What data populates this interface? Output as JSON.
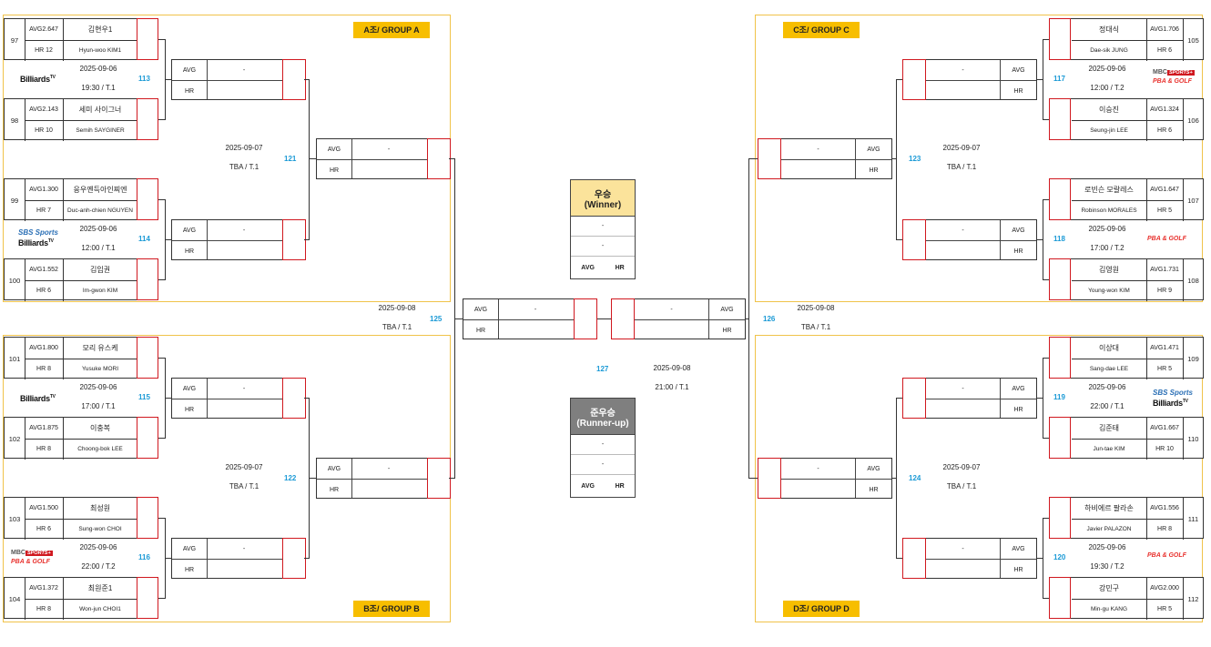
{
  "groups": {
    "a": "A조/ GROUP A",
    "b": "B조/ GROUP B",
    "c": "C조/ GROUP C",
    "d": "D조/ GROUP D"
  },
  "labels": {
    "avg": "AVG",
    "hr": "HR",
    "dash": "-"
  },
  "players": [
    {
      "seed": "97",
      "avg": "AVG2.647",
      "hr": "HR 12",
      "kname": "김현우1",
      "ename": "Hyun-woo KIM1"
    },
    {
      "seed": "98",
      "avg": "AVG2.143",
      "hr": "HR 10",
      "kname": "세미 사이그너",
      "ename": "Semih SAYGINER"
    },
    {
      "seed": "99",
      "avg": "AVG1.300",
      "hr": "HR 7",
      "kname": "응우옌득아인찌엔",
      "ename": "Duc-anh-chien NGUYEN"
    },
    {
      "seed": "100",
      "avg": "AVG1.552",
      "hr": "HR 6",
      "kname": "김임권",
      "ename": "Im-gwon KIM"
    },
    {
      "seed": "101",
      "avg": "AVG1.800",
      "hr": "HR 8",
      "kname": "모리 유스케",
      "ename": "Yusuke MORI"
    },
    {
      "seed": "102",
      "avg": "AVG1.875",
      "hr": "HR 8",
      "kname": "이충복",
      "ename": "Choong-bok LEE"
    },
    {
      "seed": "103",
      "avg": "AVG1.500",
      "hr": "HR 6",
      "kname": "최성원",
      "ename": "Sung-won CHOI"
    },
    {
      "seed": "104",
      "avg": "AVG1.372",
      "hr": "HR 8",
      "kname": "최원준1",
      "ename": "Won-jun CHOI1"
    },
    {
      "seed": "105",
      "avg": "AVG1.706",
      "hr": "HR 6",
      "kname": "정대식",
      "ename": "Dae-sik JUNG"
    },
    {
      "seed": "106",
      "avg": "AVG1.324",
      "hr": "HR 6",
      "kname": "이승진",
      "ename": "Seung-jin LEE"
    },
    {
      "seed": "107",
      "avg": "AVG1.647",
      "hr": "HR 5",
      "kname": "로빈슨 모랄레스",
      "ename": "Robinson MORALES"
    },
    {
      "seed": "108",
      "avg": "AVG1.731",
      "hr": "HR 9",
      "kname": "김영원",
      "ename": "Young-won KIM"
    },
    {
      "seed": "109",
      "avg": "AVG1.471",
      "hr": "HR 5",
      "kname": "이상대",
      "ename": "Sang-dae LEE"
    },
    {
      "seed": "110",
      "avg": "AVG1.667",
      "hr": "HR 10",
      "kname": "김준태",
      "ename": "Jun-tae KIM"
    },
    {
      "seed": "111",
      "avg": "AVG1.556",
      "hr": "HR 8",
      "kname": "하비에르 팔라손",
      "ename": "Javier PALAZON"
    },
    {
      "seed": "112",
      "avg": "AVG2.000",
      "hr": "HR 5",
      "kname": "강민구",
      "ename": "Min-gu KANG"
    }
  ],
  "matches": [
    {
      "num": "113",
      "date": "2025-09-06",
      "time": "19:30 / T.1"
    },
    {
      "num": "114",
      "date": "2025-09-06",
      "time": "12:00 / T.1"
    },
    {
      "num": "115",
      "date": "2025-09-06",
      "time": "17:00 / T.1"
    },
    {
      "num": "116",
      "date": "2025-09-06",
      "time": "22:00 / T.2"
    },
    {
      "num": "117",
      "date": "2025-09-06",
      "time": "12:00 / T.2"
    },
    {
      "num": "118",
      "date": "2025-09-06",
      "time": "17:00 / T.2"
    },
    {
      "num": "119",
      "date": "2025-09-06",
      "time": "22:00 / T.1"
    },
    {
      "num": "120",
      "date": "2025-09-06",
      "time": "19:30 / T.2"
    },
    {
      "num": "121",
      "date": "2025-09-07",
      "time": "TBA / T.1"
    },
    {
      "num": "122",
      "date": "2025-09-07",
      "time": "TBA / T.1"
    },
    {
      "num": "123",
      "date": "2025-09-07",
      "time": "TBA / T.1"
    },
    {
      "num": "124",
      "date": "2025-09-07",
      "time": "TBA / T.1"
    },
    {
      "num": "125",
      "date": "2025-09-08",
      "time": "TBA / T.1"
    },
    {
      "num": "126",
      "date": "2025-09-08",
      "time": "TBA / T.1"
    },
    {
      "num": "127",
      "date": "2025-09-08",
      "time": "21:00 / T.1"
    }
  ],
  "final": {
    "winner_line1": "우승",
    "winner_line2": "(Winner)",
    "runner_line1": "준우승",
    "runner_line2": "(Runner-up)",
    "winner_color": "#fbe39b",
    "runner_color": "#7f7f7f"
  },
  "broadcasters": {
    "billiards": "Billiards",
    "tv": "TV",
    "sbs": "SBS Sports",
    "mbc": "MBC",
    "mbc_sports": "SPORTS+",
    "pba": "PBA & GOLF"
  }
}
